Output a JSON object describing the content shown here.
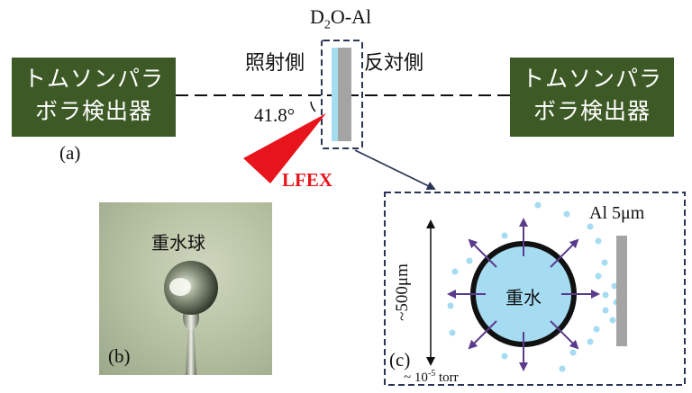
{
  "target_label": "D2O-Al",
  "target_label_main": "D",
  "target_label_sub": "2",
  "target_label_rest": "O-Al",
  "irradiated_side": "照射側",
  "opposite_side": "反対側",
  "detector_left": [
    "トムソンパラ",
    "ボラ検出器"
  ],
  "detector_right": [
    "トムソンパラ",
    "ボラ検出器"
  ],
  "angle_label": "41.8°",
  "panel_a": "(a)",
  "laser_label": "LFEX",
  "photo_label": "重水球",
  "panel_b": "(b)",
  "foil_label": "Al 5μm",
  "droplet_size": "~500μm",
  "droplet_label": "重水",
  "panel_c": "(c)",
  "pressure_prefix": "~ 10",
  "pressure_exp": "-5",
  "pressure_unit": " torr",
  "colors": {
    "detector_bg": "#3d5a26",
    "laser": "#e8141c",
    "droplet": "#a6dcf2",
    "foil": "#a4a4a4",
    "arrow": "#5b3b8c",
    "dashed": "#2a3555"
  }
}
